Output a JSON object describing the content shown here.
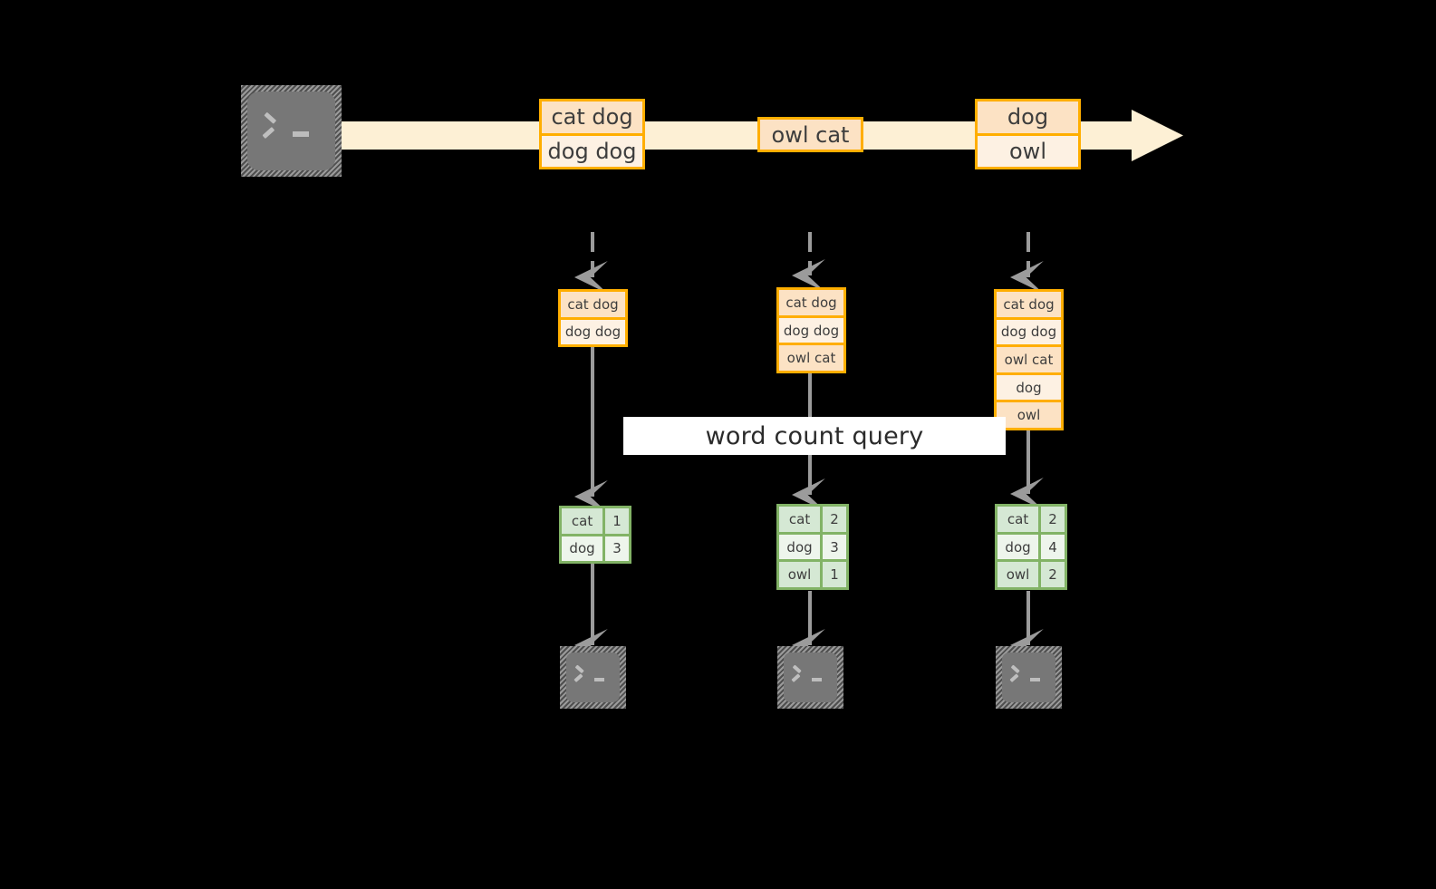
{
  "diagram": {
    "title_label": "word count query",
    "colors": {
      "background": "#000000",
      "stream_arrow": "#FDF0D5",
      "message_border": "#FFAE00",
      "message_fill_dark": "#FCE2C4",
      "message_fill_light": "#FDF1E3",
      "result_border": "#82B366",
      "result_fill_dark": "#D5E8D4",
      "result_fill_light": "#EEF5EC",
      "wire": "#9B9B9B",
      "terminal_face": "#777777",
      "band": "#FFFFFF"
    },
    "producer": {
      "icon": "terminal-icon",
      "label": ""
    },
    "stream": {
      "arrow_icon": "right-arrow",
      "messages": [
        {
          "id": "msg-1",
          "lines": [
            "cat dog",
            "dog dog"
          ]
        },
        {
          "id": "msg-2",
          "lines": [
            "owl cat"
          ]
        },
        {
          "id": "msg-3",
          "lines": [
            "dog",
            "owl"
          ]
        }
      ]
    },
    "columns": [
      {
        "id": "column-1",
        "accumulated": [
          "cat dog",
          "dog dog"
        ],
        "results": [
          {
            "word": "cat",
            "count": "1"
          },
          {
            "word": "dog",
            "count": "3"
          }
        ],
        "consumer_icon": "terminal-icon"
      },
      {
        "id": "column-2",
        "accumulated": [
          "cat dog",
          "dog dog",
          "owl cat"
        ],
        "results": [
          {
            "word": "cat",
            "count": "2"
          },
          {
            "word": "dog",
            "count": "3"
          },
          {
            "word": "owl",
            "count": "1"
          }
        ],
        "consumer_icon": "terminal-icon"
      },
      {
        "id": "column-3",
        "accumulated": [
          "cat dog",
          "dog dog",
          "owl cat",
          "dog",
          "owl"
        ],
        "results": [
          {
            "word": "cat",
            "count": "2"
          },
          {
            "word": "dog",
            "count": "4"
          },
          {
            "word": "owl",
            "count": "2"
          }
        ],
        "consumer_icon": "terminal-icon"
      }
    ]
  }
}
